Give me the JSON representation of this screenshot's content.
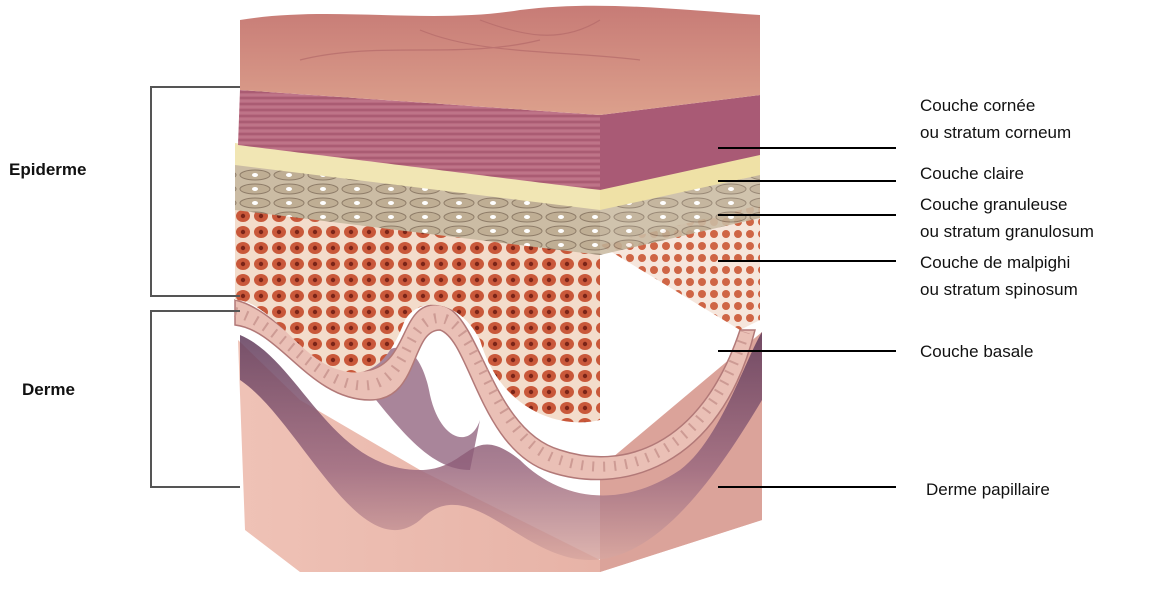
{
  "regions": {
    "epiderme": "Epiderme",
    "derme": "Derme"
  },
  "layers": [
    {
      "line1": "Couche cornée",
      "line2": "ou stratum corneum"
    },
    {
      "line1": "Couche claire",
      "line2": ""
    },
    {
      "line1": "Couche granuleuse",
      "line2": "ou stratum granulosum"
    },
    {
      "line1": "Couche de malpighi",
      "line2": "ou stratum spinosum"
    },
    {
      "line1": "Couche basale",
      "line2": ""
    },
    {
      "line1": "Derme papillaire",
      "line2": ""
    }
  ],
  "colors": {
    "corneum": "#b5637a",
    "surface": "#d79a8a",
    "lucidum": "#f1e6b4",
    "granulosum": "#cfc0a9",
    "spinosum": "#d4714e",
    "basale": "#e6b9b0",
    "dermis": "#e9b5aa",
    "dermis_shadow": "#8d5a72",
    "leader": "#000000",
    "bracket": "#555555"
  }
}
